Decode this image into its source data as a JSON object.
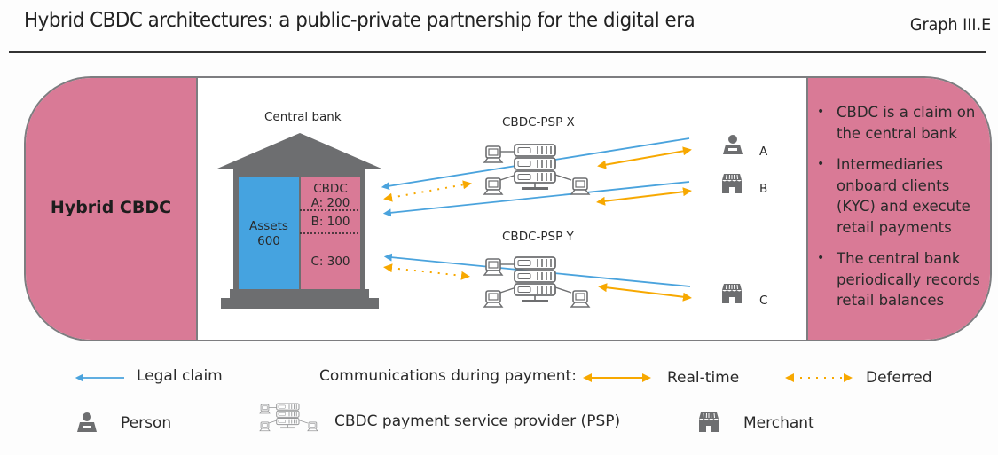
{
  "header": {
    "title": "Hybrid CBDC architectures: a public-private partnership for the digital era",
    "graph_id": "Graph III.E"
  },
  "left_panel": {
    "label": "Hybrid CBDC"
  },
  "right_panel": {
    "bullets": [
      "CBDC is a claim on the central bank",
      "Intermediaries onboard clients (KYC) and execute retail payments",
      "The central bank periodically records retail balances"
    ]
  },
  "diagram": {
    "central_bank": {
      "label": "Central bank",
      "assets_label": "Assets",
      "assets_value": "600",
      "cbdc_label": "CBDC",
      "balances": [
        "A: 200",
        "B: 100",
        "C: 300"
      ]
    },
    "psps": [
      {
        "label": "CBDC-PSP X"
      },
      {
        "label": "CBDC-PSP Y"
      }
    ],
    "clients": [
      {
        "id": "A",
        "type": "person"
      },
      {
        "id": "B",
        "type": "merchant"
      },
      {
        "id": "C",
        "type": "merchant"
      }
    ],
    "colors": {
      "panel_pink": "#d97a96",
      "assets_blue": "#45a3e0",
      "legal_claim_blue": "#4aa3dd",
      "communication_orange": "#f7a800",
      "icon_gray": "#6d6e70",
      "building_gray": "#6d6e70"
    }
  },
  "legend": {
    "legal_claim": "Legal claim",
    "communications_heading": "Communications during payment:",
    "real_time": "Real-time",
    "deferred": "Deferred",
    "person": "Person",
    "psp": "CBDC payment service provider (PSP)",
    "merchant": "Merchant"
  }
}
